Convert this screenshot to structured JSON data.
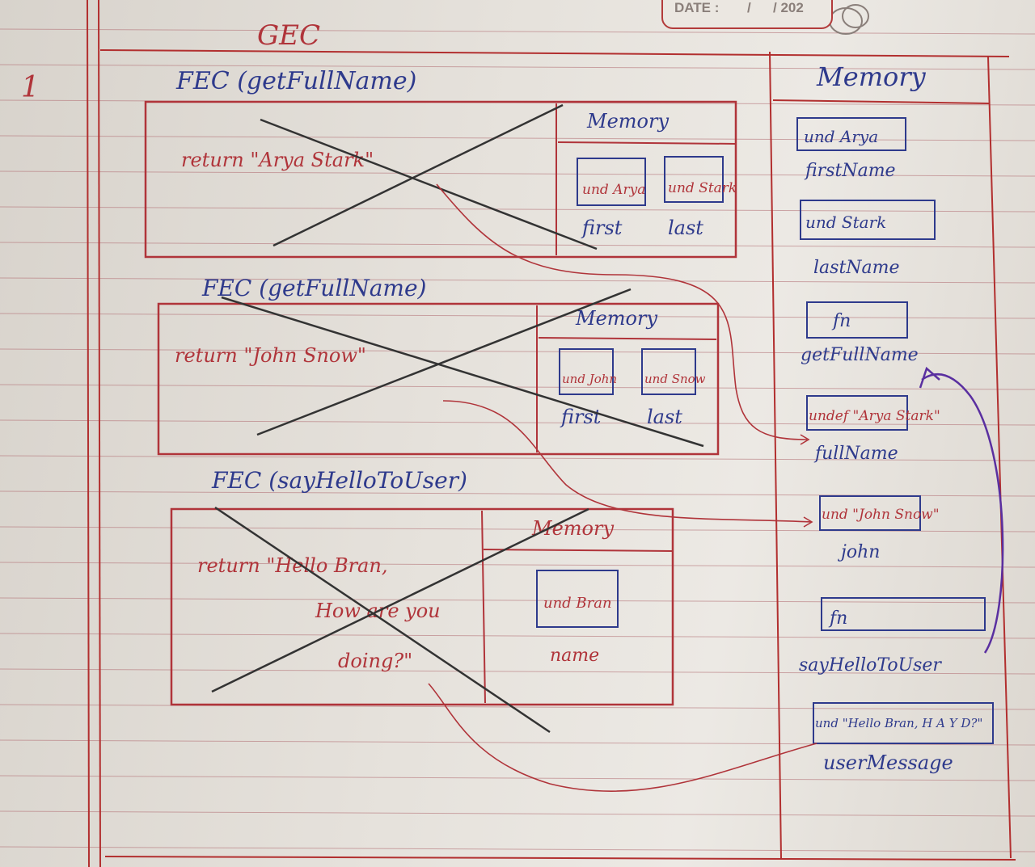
{
  "header": {
    "page_number": "1",
    "date_label": "DATE :",
    "date_sep": "/",
    "date_year": "/ 202"
  },
  "gec": {
    "title": "GEC",
    "memory_title": "Memory",
    "entries": [
      {
        "box": "und Arya",
        "label": "firstName"
      },
      {
        "box": "und Stark",
        "label": "lastName"
      },
      {
        "box": "fn",
        "label": "getFullName"
      },
      {
        "box": "undef \"Arya Stark\"",
        "label": "fullName"
      },
      {
        "box": "und \"John Snow\"",
        "label": "john"
      },
      {
        "box": "fn",
        "label": "sayHelloToUser"
      },
      {
        "box": "und \"Hello Bran, H A Y D?\"",
        "label": "userMessage"
      }
    ]
  },
  "fec_blocks": [
    {
      "title": "FEC (getFullName)",
      "code": "return \"Arya Stark\"",
      "memory_title": "Memory",
      "vars": [
        {
          "box": "und Arya",
          "label": "first"
        },
        {
          "box": "und Stark",
          "label": "last"
        }
      ]
    },
    {
      "title": "FEC (getFullName)",
      "code": "return \"John Snow\"",
      "memory_title": "Memory",
      "vars": [
        {
          "box": "und John",
          "label": "first"
        },
        {
          "box": "und Snow",
          "label": "last"
        }
      ]
    },
    {
      "title": "FEC (sayHelloToUser)",
      "code_lines": [
        "return \"Hello Bran,",
        "How are you",
        "doing?\""
      ],
      "memory_title": "Memory",
      "vars": [
        {
          "box": "und Bran",
          "label": "name"
        }
      ]
    }
  ],
  "colors": {
    "paper": "#e6e2dc",
    "rule_line": "#b06a70",
    "margin_red": "#b22f2f",
    "blue_ink": "#2e3a8c",
    "red_ink": "#b0343a",
    "purple_ink": "#5a2fa0",
    "pencil": "#333333"
  }
}
